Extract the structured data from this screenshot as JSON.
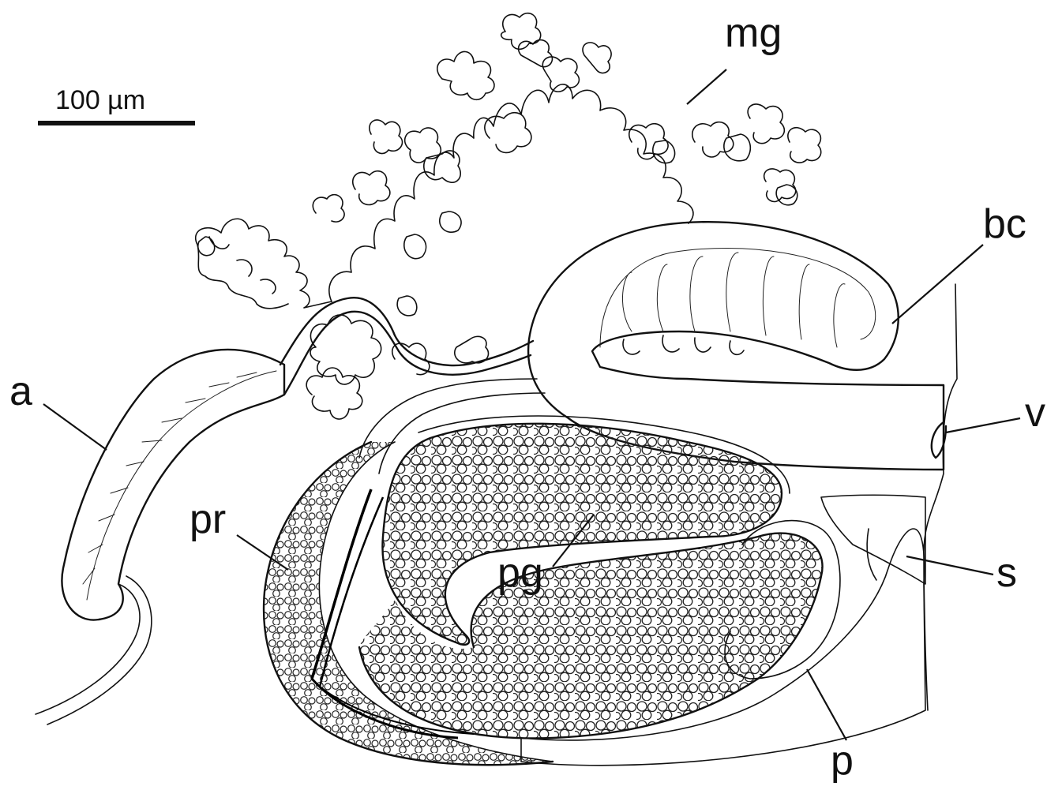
{
  "figure": {
    "scale_bar": {
      "label": "100 µm"
    },
    "labels": {
      "mg": "mg",
      "bc": "bc",
      "a": "a",
      "v": "v",
      "pr": "pr",
      "pg": "pg",
      "s": "s",
      "p": "p"
    }
  }
}
